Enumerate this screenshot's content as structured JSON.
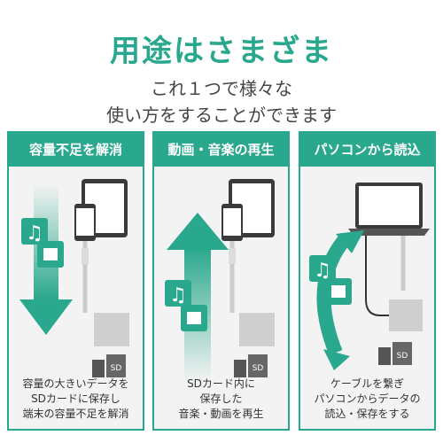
{
  "header": {
    "title": "用途はさまざま",
    "subtitle_line1": "これ１つで様々な",
    "subtitle_line2": "使い方をすることができます"
  },
  "panels": [
    {
      "heading": "容量不足を解消",
      "caption": [
        "容量の大きいデータを",
        "SDカードに保存し",
        "端末の容量不足を解消"
      ]
    },
    {
      "heading": "動画・音楽の再生",
      "caption": [
        "SDカード内に",
        "保存した",
        "音楽・動画を再生"
      ]
    },
    {
      "heading": "パソコンから読込",
      "caption": [
        "ケーブルを繋ぎ",
        "パソコンからデータの",
        "読込・保存をする"
      ]
    }
  ],
  "colors": {
    "accent": "#2aa88d",
    "device_dark": "#3a3a3a",
    "panel_bg": "#f3f3f3"
  }
}
